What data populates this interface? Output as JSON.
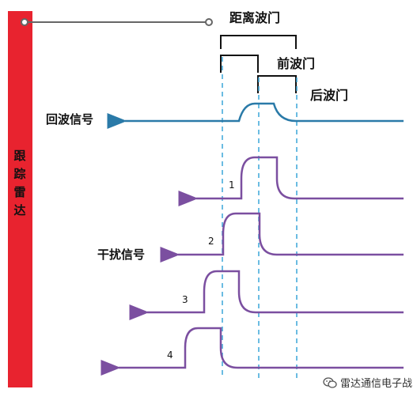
{
  "radar_label": "跟\n踪\n雷\n达",
  "gate_labels": {
    "range_gate": "距离波门",
    "front_gate": "前波门",
    "back_gate": "后波门"
  },
  "signal_labels": {
    "echo": "回波信号",
    "jamming": "干扰信号"
  },
  "pulse_numbers": [
    "1",
    "2",
    "3",
    "4"
  ],
  "watermark": "雷达通信电子战",
  "colors": {
    "radar_bar": "#e8232f",
    "echo_line": "#2a7aa8",
    "jamming_line": "#7b4fa0",
    "gate_dashed": "#3aa5d8",
    "gate_bracket": "#111111"
  }
}
